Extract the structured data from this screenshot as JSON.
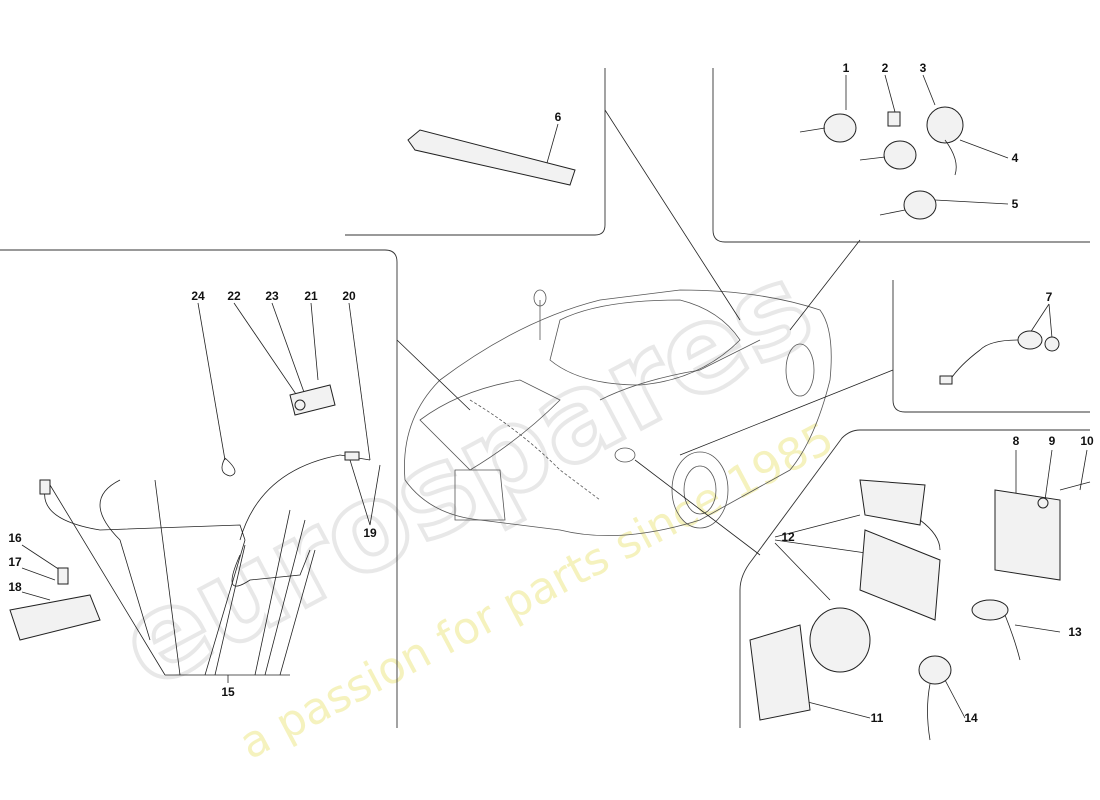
{
  "diagram": {
    "part_labels": [
      "1",
      "2",
      "3",
      "4",
      "5",
      "6",
      "7",
      "8",
      "9",
      "10",
      "11",
      "12",
      "13",
      "14",
      "15",
      "16",
      "17",
      "18",
      "19",
      "20",
      "21",
      "22",
      "23",
      "24"
    ],
    "watermark": {
      "brand": "eurospares",
      "tagline": "a passion for parts since 1985"
    }
  }
}
